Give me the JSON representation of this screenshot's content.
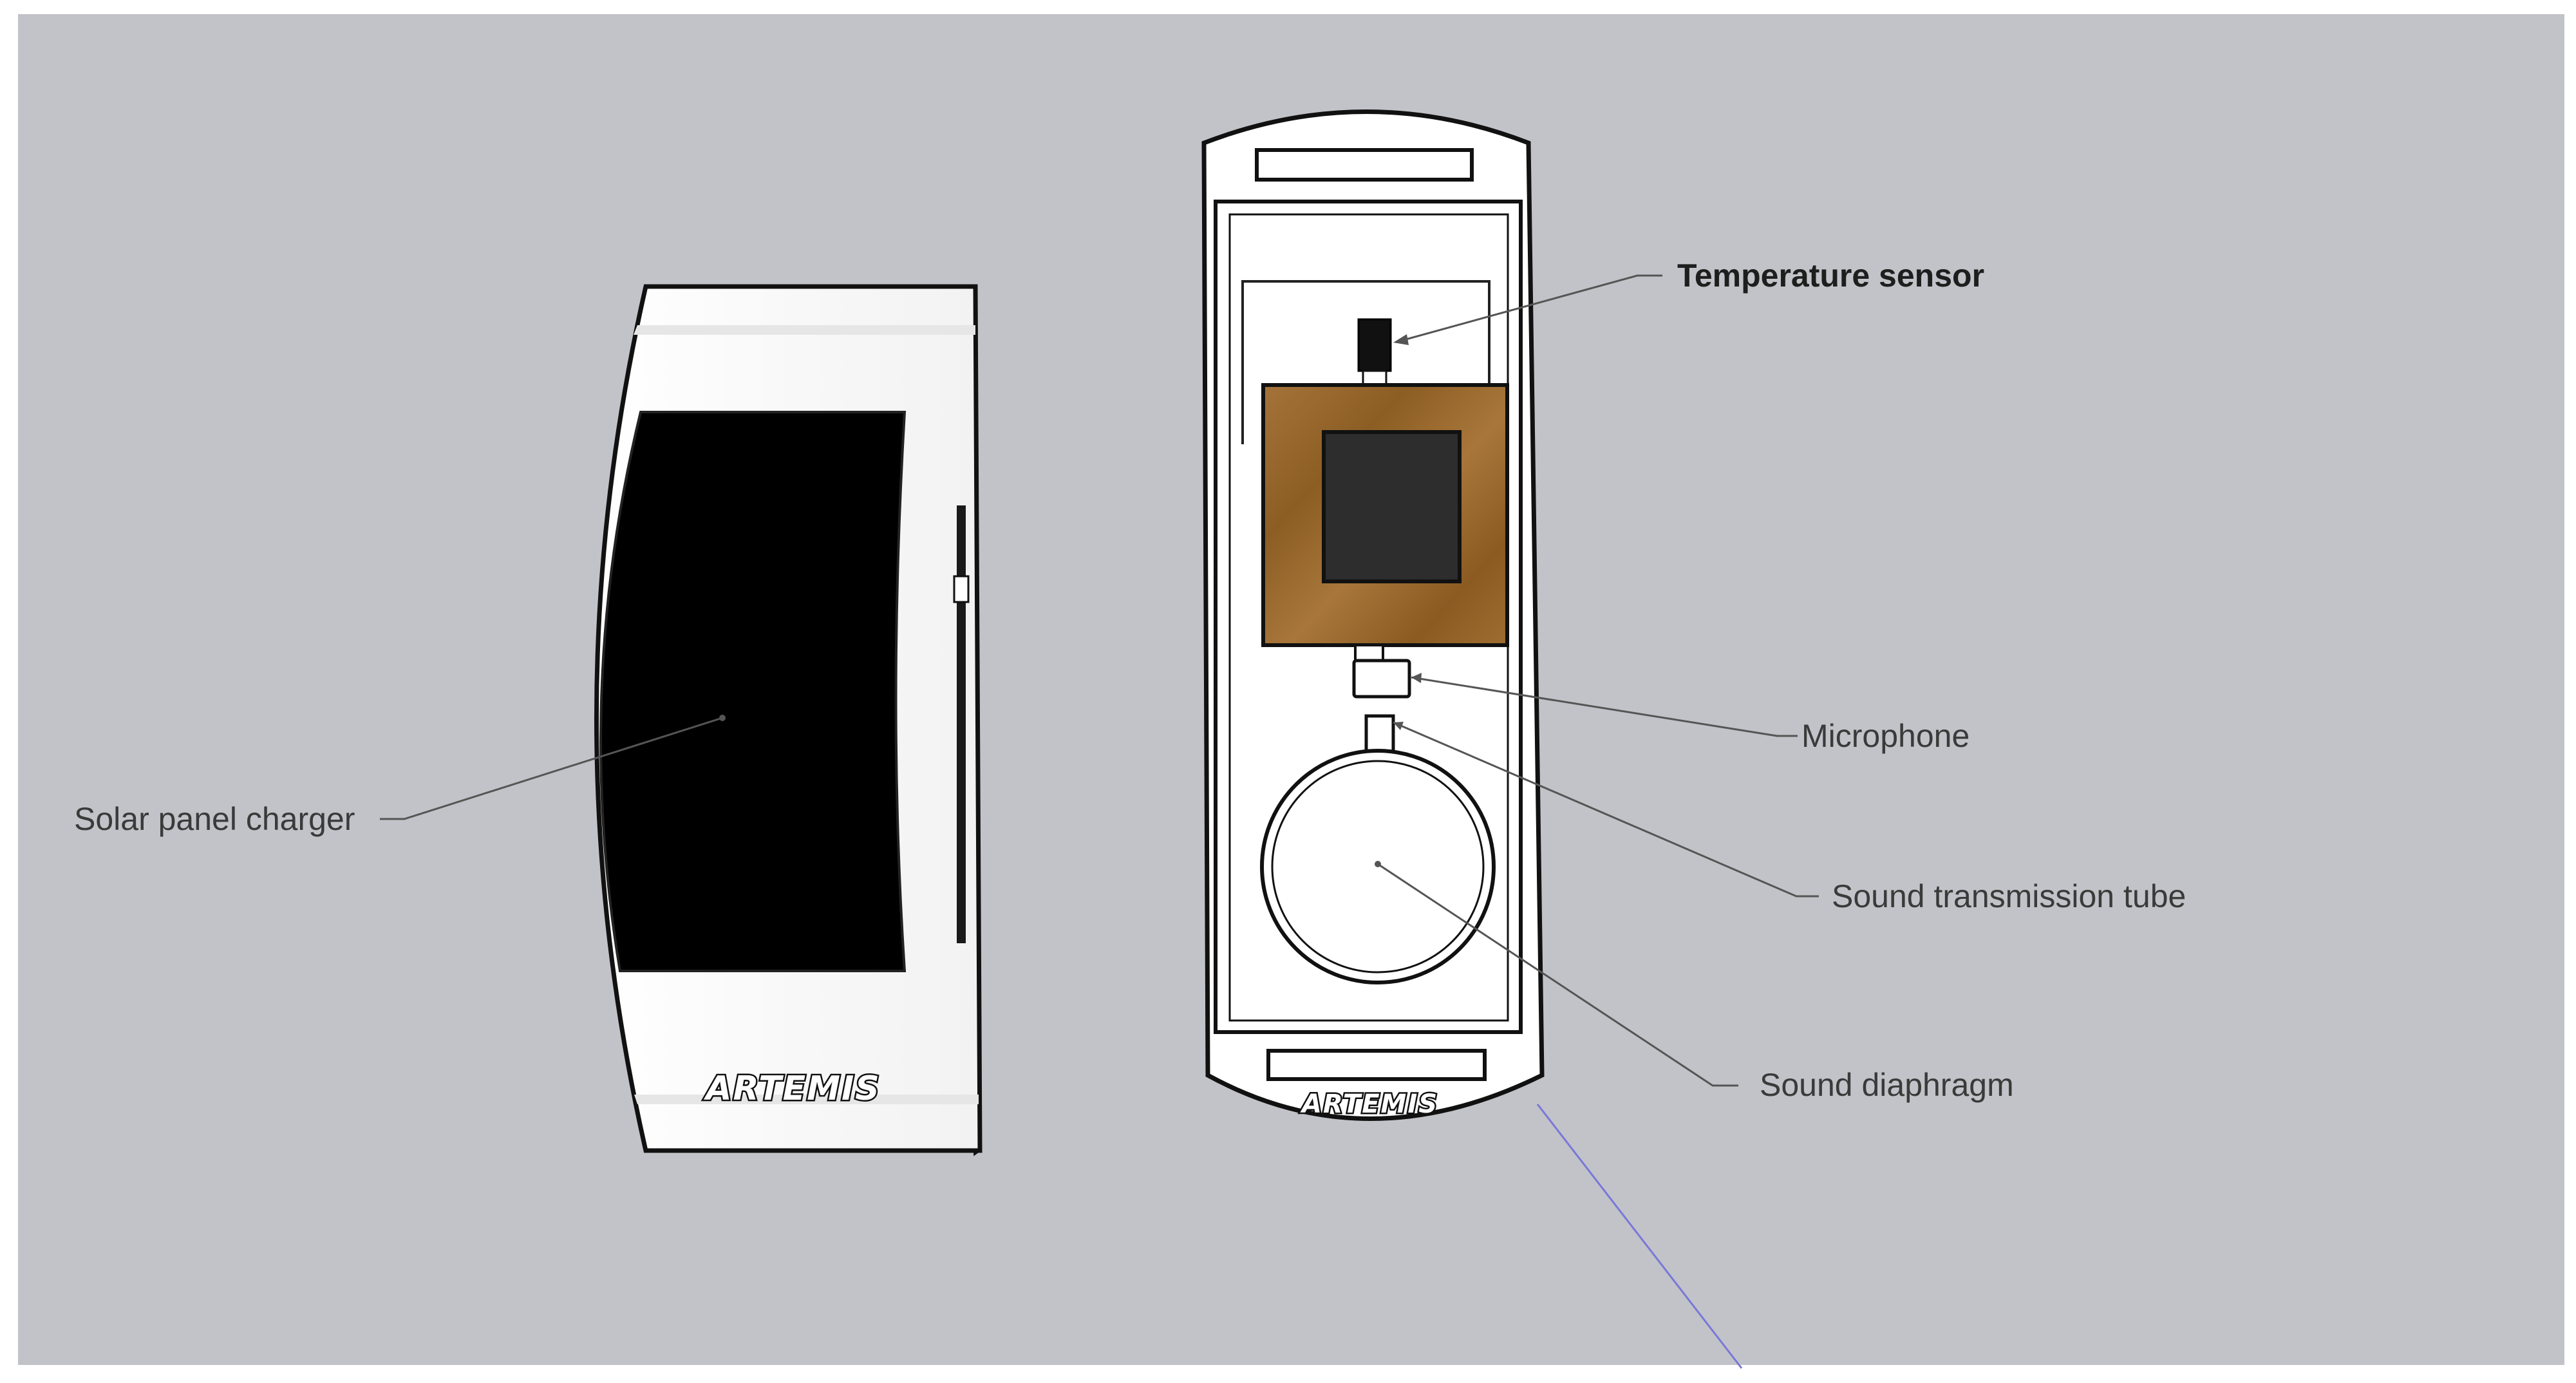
{
  "labels": {
    "solar_panel": "Solar panel charger",
    "temperature_sensor": "Temperature sensor",
    "microphone": "Microphone",
    "sound_tube": "Sound transmission tube",
    "sound_diaphragm": "Sound diaphragm"
  },
  "brand": {
    "front": "ARTEMIS",
    "back": "ARTEMIS"
  },
  "colors": {
    "background": "#c2c3c8",
    "device_body": "#ffffff",
    "solar_panel": "#000000",
    "circuit_board": "#9c6b2a",
    "chip": "#2d2d2d",
    "leader_line": "#555555",
    "guide_line": "#7a78d8"
  }
}
